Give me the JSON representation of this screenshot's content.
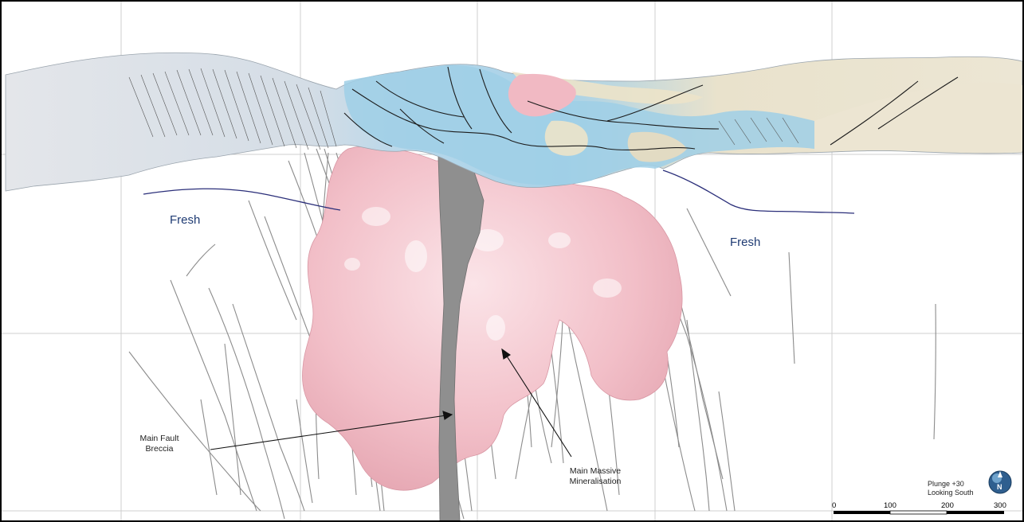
{
  "labels": {
    "fresh_left": "Fresh",
    "fresh_right": "Fresh",
    "fault_line1": "Main Fault",
    "fault_line2": "Breccia",
    "mineral_line1": "Main Massive",
    "mineral_line2": "Mineralisation",
    "plunge": "Plunge +30",
    "looking": "Looking South",
    "compass": "N"
  },
  "scale_bar": {
    "ticks": [
      "0",
      "100",
      "200",
      "300"
    ]
  },
  "colors": {
    "orebody": "#f3c1c9",
    "fault": "#8f8f8f",
    "weathering_line": "#2b2f7a",
    "surface_blue": "#9fcfe6",
    "surface_cream": "#ece5cf",
    "surface_grey": "#d5dce3",
    "surface_pink": "#f1b9c3"
  }
}
